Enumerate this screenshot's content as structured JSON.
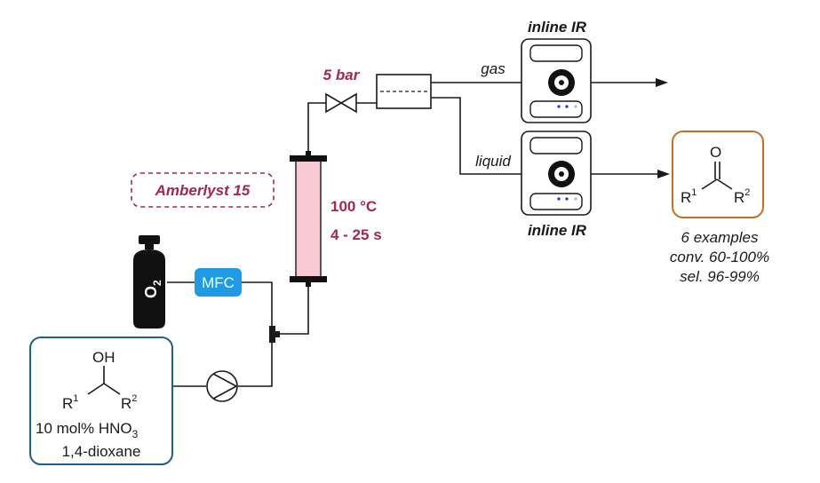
{
  "labels": {
    "pressure": "5 bar",
    "gas": "gas",
    "liquid": "liquid",
    "inline_ir_top": "inline IR",
    "inline_ir_bottom": "inline IR",
    "catalyst": "Amberlyst 15",
    "temperature": "100 °C",
    "residence_time": "4 - 25 s",
    "mfc": "MFC",
    "oxygen": "O",
    "oxygen_sub": "2"
  },
  "reagent": {
    "oh": "OH",
    "r1": "R",
    "r1_sup": "1",
    "r2": "R",
    "r2_sup": "2",
    "line1_a": "10 mol% HNO",
    "line1_sub": "3",
    "line2": "1,4-dioxane"
  },
  "product": {
    "o": "O",
    "r1": "R",
    "r1_sup": "1",
    "r2": "R",
    "r2_sup": "2"
  },
  "results": {
    "line1": "6 examples",
    "line2": "conv. 60-100%",
    "line3": "sel. 96-99%"
  },
  "colors": {
    "reagent_box": "#1f5f8b",
    "product_box": "#c0702a",
    "mfc": "#1e9be6",
    "reactor_fill": "#f6c9d4",
    "accent": "#a3284e"
  }
}
